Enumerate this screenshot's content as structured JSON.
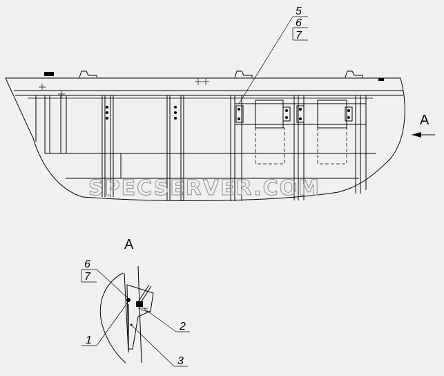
{
  "callouts_top": [
    "5",
    "6",
    "7"
  ],
  "view_arrow_label": "A",
  "detail_title": "A",
  "callouts_detail": {
    "left_upper": "6",
    "left_lower": "7",
    "item_1": "1",
    "item_2": "2",
    "item_3": "3"
  },
  "watermark": "SPECSERVER.COM"
}
